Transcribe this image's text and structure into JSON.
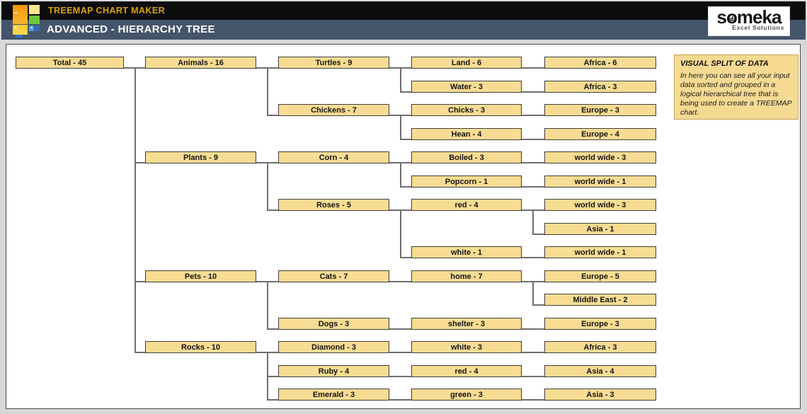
{
  "header": {
    "app_title": "TREEMAP CHART MAKER",
    "page_title": "ADVANCED - HIERARCHY TREE",
    "brand": {
      "name": "someka",
      "tagline": "Excel Solutions"
    }
  },
  "note": {
    "title": "VISUAL SPLIT OF DATA",
    "body": "In here you can see all your input data sorted and grouped in a logical hierarchical tree that is being used to create a TREEMAP chart."
  },
  "colors": {
    "box_fill": "#F8DC93",
    "box_border": "#3F3F3F",
    "connector": "#6E6E6E",
    "note_fill": "#F6DA92",
    "header_bar": "#0C0C0C",
    "subheader_bar": "#44546A",
    "title_gold": "#D9A311"
  },
  "tree": {
    "label": "Total",
    "value": 45,
    "col": 0,
    "row": 0,
    "children": [
      {
        "label": "Animals",
        "value": 16,
        "col": 1,
        "row": 0,
        "children": [
          {
            "label": "Turtles",
            "value": 9,
            "col": 2,
            "row": 0,
            "children": [
              {
                "label": "Land",
                "value": 6,
                "col": 3,
                "row": 0,
                "children": [
                  {
                    "label": "Africa",
                    "value": 6,
                    "col": 4,
                    "row": 0
                  }
                ]
              },
              {
                "label": "Water",
                "value": 3,
                "col": 3,
                "row": 1,
                "children": [
                  {
                    "label": "Africa",
                    "value": 3,
                    "col": 4,
                    "row": 1
                  }
                ]
              }
            ]
          },
          {
            "label": "Chickens",
            "value": 7,
            "col": 2,
            "row": 2,
            "children": [
              {
                "label": "Chicks",
                "value": 3,
                "col": 3,
                "row": 2,
                "children": [
                  {
                    "label": "Europe",
                    "value": 3,
                    "col": 4,
                    "row": 2
                  }
                ]
              },
              {
                "label": "Hean",
                "value": 4,
                "col": 3,
                "row": 3,
                "children": [
                  {
                    "label": "Europe",
                    "value": 4,
                    "col": 4,
                    "row": 3
                  }
                ]
              }
            ]
          }
        ]
      },
      {
        "label": "Plants",
        "value": 9,
        "col": 1,
        "row": 4,
        "children": [
          {
            "label": "Corn",
            "value": 4,
            "col": 2,
            "row": 4,
            "children": [
              {
                "label": "Boiled",
                "value": 3,
                "col": 3,
                "row": 4,
                "children": [
                  {
                    "label": "world wide",
                    "value": 3,
                    "col": 4,
                    "row": 4
                  }
                ]
              },
              {
                "label": "Popcorn",
                "value": 1,
                "col": 3,
                "row": 5,
                "children": [
                  {
                    "label": "world wide",
                    "value": 1,
                    "col": 4,
                    "row": 5
                  }
                ]
              }
            ]
          },
          {
            "label": "Roses",
            "value": 5,
            "col": 2,
            "row": 6,
            "children": [
              {
                "label": "red",
                "value": 4,
                "col": 3,
                "row": 6,
                "children": [
                  {
                    "label": "world wide",
                    "value": 3,
                    "col": 4,
                    "row": 6
                  },
                  {
                    "label": "Asia",
                    "value": 1,
                    "col": 4,
                    "row": 7
                  }
                ]
              },
              {
                "label": "white",
                "value": 1,
                "col": 3,
                "row": 8,
                "children": [
                  {
                    "label": "world wide",
                    "value": 1,
                    "col": 4,
                    "row": 8
                  }
                ]
              }
            ]
          }
        ]
      },
      {
        "label": "Pets",
        "value": 10,
        "col": 1,
        "row": 9,
        "children": [
          {
            "label": "Cats",
            "value": 7,
            "col": 2,
            "row": 9,
            "children": [
              {
                "label": "home",
                "value": 7,
                "col": 3,
                "row": 9,
                "children": [
                  {
                    "label": "Europe",
                    "value": 5,
                    "col": 4,
                    "row": 9
                  },
                  {
                    "label": "Middle East",
                    "value": 2,
                    "col": 4,
                    "row": 10
                  }
                ]
              }
            ]
          },
          {
            "label": "Dogs",
            "value": 3,
            "col": 2,
            "row": 11,
            "children": [
              {
                "label": "shelter",
                "value": 3,
                "col": 3,
                "row": 11,
                "children": [
                  {
                    "label": "Europe",
                    "value": 3,
                    "col": 4,
                    "row": 11
                  }
                ]
              }
            ]
          }
        ]
      },
      {
        "label": "Rocks",
        "value": 10,
        "col": 1,
        "row": 12,
        "children": [
          {
            "label": "Diamond",
            "value": 3,
            "col": 2,
            "row": 12,
            "children": [
              {
                "label": "white",
                "value": 3,
                "col": 3,
                "row": 12,
                "children": [
                  {
                    "label": "Africa",
                    "value": 3,
                    "col": 4,
                    "row": 12
                  }
                ]
              }
            ]
          },
          {
            "label": "Ruby",
            "value": 4,
            "col": 2,
            "row": 13,
            "children": [
              {
                "label": "red",
                "value": 4,
                "col": 3,
                "row": 13,
                "children": [
                  {
                    "label": "Asia",
                    "value": 4,
                    "col": 4,
                    "row": 13
                  }
                ]
              }
            ]
          },
          {
            "label": "Emerald",
            "value": 3,
            "col": 2,
            "row": 14,
            "children": [
              {
                "label": "green",
                "value": 3,
                "col": 3,
                "row": 14,
                "children": [
                  {
                    "label": "Asia",
                    "value": 3,
                    "col": 4,
                    "row": 14
                  }
                ]
              }
            ]
          }
        ]
      }
    ]
  }
}
